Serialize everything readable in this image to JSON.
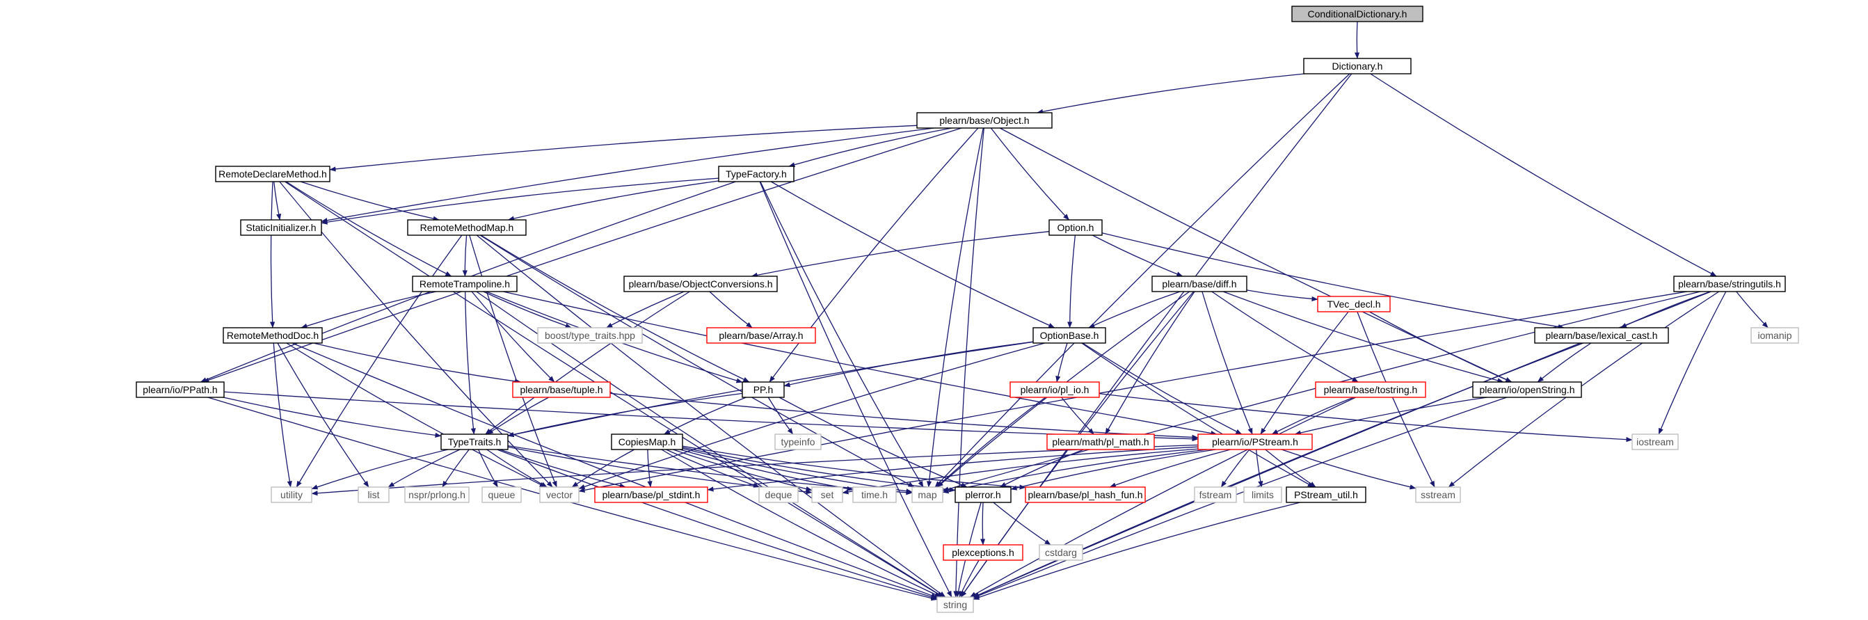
{
  "colors": {
    "edge": "#191970",
    "root_fill": "#bfbfbf",
    "normal_border": "#000000",
    "truncated_border": "#ff0000",
    "system_border": "#bfbfbf"
  },
  "nodes": [
    {
      "id": "cond",
      "label": "ConditionalDictionary.h",
      "kind": "root"
    },
    {
      "id": "dict",
      "label": "Dictionary.h",
      "kind": "normal"
    },
    {
      "id": "object",
      "label": "plearn/base/Object.h",
      "kind": "normal"
    },
    {
      "id": "stringutils",
      "label": "plearn/base/stringutils.h",
      "kind": "normal"
    },
    {
      "id": "rdm",
      "label": "RemoteDeclareMethod.h",
      "kind": "normal"
    },
    {
      "id": "tf",
      "label": "TypeFactory.h",
      "kind": "normal"
    },
    {
      "id": "si",
      "label": "StaticInitializer.h",
      "kind": "normal"
    },
    {
      "id": "rmm",
      "label": "RemoteMethodMap.h",
      "kind": "normal"
    },
    {
      "id": "option",
      "label": "Option.h",
      "kind": "normal"
    },
    {
      "id": "rt",
      "label": "RemoteTrampoline.h",
      "kind": "normal"
    },
    {
      "id": "oc",
      "label": "plearn/base/ObjectConversions.h",
      "kind": "normal"
    },
    {
      "id": "diff",
      "label": "plearn/base/diff.h",
      "kind": "normal"
    },
    {
      "id": "lexical",
      "label": "plearn/base/lexical_cast.h",
      "kind": "normal"
    },
    {
      "id": "iomanip",
      "label": "iomanip",
      "kind": "system"
    },
    {
      "id": "rmd",
      "label": "RemoteMethodDoc.h",
      "kind": "normal"
    },
    {
      "id": "btt",
      "label": "boost/type_traits.hpp",
      "kind": "system"
    },
    {
      "id": "array",
      "label": "plearn/base/Array.h",
      "kind": "truncated"
    },
    {
      "id": "optbase",
      "label": "OptionBase.h",
      "kind": "normal"
    },
    {
      "id": "tvec",
      "label": "TVec_decl.h",
      "kind": "truncated"
    },
    {
      "id": "ppath",
      "label": "plearn/io/PPath.h",
      "kind": "normal"
    },
    {
      "id": "tuple",
      "label": "plearn/base/tuple.h",
      "kind": "truncated"
    },
    {
      "id": "pp",
      "label": "PP.h",
      "kind": "normal"
    },
    {
      "id": "pl_io",
      "label": "plearn/io/pl_io.h",
      "kind": "truncated"
    },
    {
      "id": "tostring",
      "label": "plearn/base/tostring.h",
      "kind": "truncated"
    },
    {
      "id": "openstring",
      "label": "plearn/io/openString.h",
      "kind": "normal"
    },
    {
      "id": "typeinfo",
      "label": "typeinfo",
      "kind": "system"
    },
    {
      "id": "iostream",
      "label": "iostream",
      "kind": "system"
    },
    {
      "id": "typetraits",
      "label": "TypeTraits.h",
      "kind": "normal"
    },
    {
      "id": "copiesmap",
      "label": "CopiesMap.h",
      "kind": "normal"
    },
    {
      "id": "plmath",
      "label": "plearn/math/pl_math.h",
      "kind": "truncated"
    },
    {
      "id": "pstream",
      "label": "plearn/io/PStream.h",
      "kind": "truncated"
    },
    {
      "id": "utility",
      "label": "utility",
      "kind": "system"
    },
    {
      "id": "list",
      "label": "list",
      "kind": "system"
    },
    {
      "id": "nspr",
      "label": "nspr/prlong.h",
      "kind": "system"
    },
    {
      "id": "queue",
      "label": "queue",
      "kind": "system"
    },
    {
      "id": "vector",
      "label": "vector",
      "kind": "system"
    },
    {
      "id": "stdint",
      "label": "plearn/base/pl_stdint.h",
      "kind": "truncated"
    },
    {
      "id": "deque",
      "label": "deque",
      "kind": "system"
    },
    {
      "id": "set",
      "label": "set",
      "kind": "system"
    },
    {
      "id": "timeh",
      "label": "time.h",
      "kind": "system"
    },
    {
      "id": "map",
      "label": "map",
      "kind": "system"
    },
    {
      "id": "plerror",
      "label": "plerror.h",
      "kind": "normal"
    },
    {
      "id": "hashfun",
      "label": "plearn/base/pl_hash_fun.h",
      "kind": "truncated"
    },
    {
      "id": "fstream",
      "label": "fstream",
      "kind": "system"
    },
    {
      "id": "limits",
      "label": "limits",
      "kind": "system"
    },
    {
      "id": "psutil",
      "label": "PStream_util.h",
      "kind": "normal"
    },
    {
      "id": "sstream",
      "label": "sstream",
      "kind": "system"
    },
    {
      "id": "plexc",
      "label": "plexceptions.h",
      "kind": "truncated"
    },
    {
      "id": "cstdarg",
      "label": "cstdarg",
      "kind": "system"
    },
    {
      "id": "string",
      "label": "string",
      "kind": "system"
    }
  ],
  "edges": [
    [
      "cond",
      "dict"
    ],
    [
      "dict",
      "object"
    ],
    [
      "dict",
      "stringutils"
    ],
    [
      "dict",
      "string"
    ],
    [
      "dict",
      "map"
    ],
    [
      "object",
      "rdm"
    ],
    [
      "object",
      "tf"
    ],
    [
      "object",
      "si"
    ],
    [
      "object",
      "option"
    ],
    [
      "object",
      "ppath"
    ],
    [
      "object",
      "pp"
    ],
    [
      "object",
      "map"
    ],
    [
      "object",
      "openstring"
    ],
    [
      "object",
      "string"
    ],
    [
      "rdm",
      "si"
    ],
    [
      "rdm",
      "rmm"
    ],
    [
      "rdm",
      "rt"
    ],
    [
      "rdm",
      "rmd"
    ],
    [
      "rdm",
      "string"
    ],
    [
      "rdm",
      "vector"
    ],
    [
      "tf",
      "si"
    ],
    [
      "tf",
      "rmm"
    ],
    [
      "tf",
      "optbase"
    ],
    [
      "tf",
      "ppath"
    ],
    [
      "tf",
      "map"
    ],
    [
      "tf",
      "string"
    ],
    [
      "rmm",
      "rt"
    ],
    [
      "rmm",
      "pp"
    ],
    [
      "rmm",
      "map"
    ],
    [
      "rmm",
      "utility"
    ],
    [
      "rmm",
      "vector"
    ],
    [
      "rmm",
      "string"
    ],
    [
      "option",
      "oc"
    ],
    [
      "option",
      "optbase"
    ],
    [
      "option",
      "diff"
    ],
    [
      "option",
      "lexical"
    ],
    [
      "rt",
      "rmd"
    ],
    [
      "rt",
      "btt"
    ],
    [
      "rt",
      "tuple"
    ],
    [
      "rt",
      "typetraits"
    ],
    [
      "rt",
      "pp"
    ],
    [
      "rt",
      "pstream"
    ],
    [
      "rt",
      "string"
    ],
    [
      "oc",
      "btt"
    ],
    [
      "oc",
      "array"
    ],
    [
      "oc",
      "typetraits"
    ],
    [
      "diff",
      "optbase"
    ],
    [
      "diff",
      "tvec"
    ],
    [
      "diff",
      "openstring"
    ],
    [
      "diff",
      "tostring"
    ],
    [
      "diff",
      "pstream"
    ],
    [
      "diff",
      "plmath"
    ],
    [
      "diff",
      "map"
    ],
    [
      "diff",
      "string"
    ],
    [
      "stringutils",
      "lexical"
    ],
    [
      "stringutils",
      "iomanip"
    ],
    [
      "stringutils",
      "iostream"
    ],
    [
      "stringutils",
      "sstream"
    ],
    [
      "stringutils",
      "string"
    ],
    [
      "stringutils",
      "map"
    ],
    [
      "stringutils",
      "vector"
    ],
    [
      "lexical",
      "openstring"
    ],
    [
      "lexical",
      "string"
    ],
    [
      "rmd",
      "tuple"
    ],
    [
      "rmd",
      "utility"
    ],
    [
      "rmd",
      "list"
    ],
    [
      "rmd",
      "vector"
    ],
    [
      "rmd",
      "string"
    ],
    [
      "optbase",
      "pp"
    ],
    [
      "optbase",
      "pl_io"
    ],
    [
      "optbase",
      "pstream"
    ],
    [
      "optbase",
      "psutil"
    ],
    [
      "optbase",
      "typetraits"
    ],
    [
      "optbase",
      "vector"
    ],
    [
      "tvec",
      "openstring"
    ],
    [
      "tvec",
      "pstream"
    ],
    [
      "tvec",
      "sstream"
    ],
    [
      "ppath",
      "typetraits"
    ],
    [
      "ppath",
      "pstream"
    ],
    [
      "ppath",
      "string"
    ],
    [
      "tuple",
      "typetraits"
    ],
    [
      "tuple",
      "pstream"
    ],
    [
      "pp",
      "typetraits"
    ],
    [
      "pp",
      "copiesmap"
    ],
    [
      "pp",
      "typeinfo"
    ],
    [
      "pp",
      "plerror"
    ],
    [
      "pl_io",
      "plmath"
    ],
    [
      "pl_io",
      "map"
    ],
    [
      "pl_io",
      "iostream"
    ],
    [
      "tostring",
      "pstream"
    ],
    [
      "tostring",
      "string"
    ],
    [
      "openstring",
      "pstream"
    ],
    [
      "openstring",
      "string"
    ],
    [
      "typetraits",
      "utility"
    ],
    [
      "typetraits",
      "list"
    ],
    [
      "typetraits",
      "nspr"
    ],
    [
      "typetraits",
      "queue"
    ],
    [
      "typetraits",
      "vector"
    ],
    [
      "typetraits",
      "stdint"
    ],
    [
      "typetraits",
      "set"
    ],
    [
      "typetraits",
      "map"
    ],
    [
      "typetraits",
      "string"
    ],
    [
      "copiesmap",
      "vector"
    ],
    [
      "copiesmap",
      "stdint"
    ],
    [
      "copiesmap",
      "deque"
    ],
    [
      "copiesmap",
      "set"
    ],
    [
      "copiesmap",
      "timeh"
    ],
    [
      "copiesmap",
      "map"
    ],
    [
      "copiesmap",
      "plerror"
    ],
    [
      "copiesmap",
      "hashfun"
    ],
    [
      "copiesmap",
      "string"
    ],
    [
      "plmath",
      "plerror"
    ],
    [
      "pstream",
      "map"
    ],
    [
      "pstream",
      "set"
    ],
    [
      "pstream",
      "stdint"
    ],
    [
      "pstream",
      "plerror"
    ],
    [
      "pstream",
      "hashfun"
    ],
    [
      "pstream",
      "fstream"
    ],
    [
      "pstream",
      "limits"
    ],
    [
      "pstream",
      "psutil"
    ],
    [
      "pstream",
      "sstream"
    ],
    [
      "pstream",
      "utility"
    ],
    [
      "plerror",
      "plexc"
    ],
    [
      "plerror",
      "cstdarg"
    ],
    [
      "plerror",
      "string"
    ],
    [
      "plexc",
      "string"
    ],
    [
      "psutil",
      "string"
    ]
  ]
}
